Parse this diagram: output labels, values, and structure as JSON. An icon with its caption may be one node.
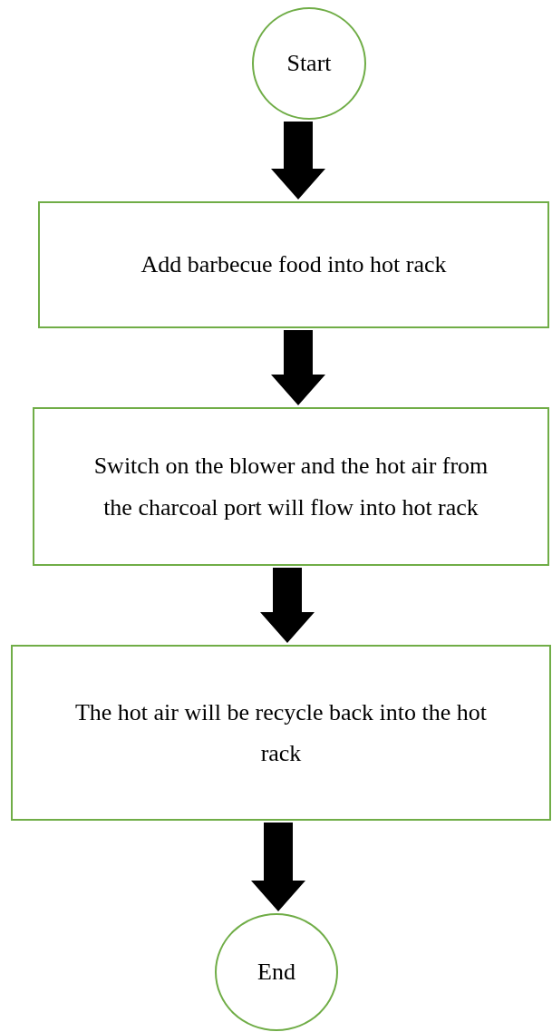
{
  "diagram": {
    "nodes": [
      {
        "text": [
          "Start"
        ]
      },
      {
        "text": [
          "Add barbecue food into hot rack"
        ]
      },
      {
        "text": [
          "Switch on the blower and the hot air from the charcoal port will flow into hot rack"
        ]
      },
      {
        "text": [
          "The hot air will be recycle back into the hot rack"
        ]
      },
      {
        "text": [
          "End"
        ]
      }
    ],
    "edges": [
      {
        "from": 0,
        "to": 1,
        "arrow": "to",
        "style": "thick"
      },
      {
        "from": 1,
        "to": 2,
        "arrow": "to",
        "style": "thick"
      },
      {
        "from": 2,
        "to": 3,
        "arrow": "to",
        "style": "thick"
      },
      {
        "from": 3,
        "to": 4,
        "arrow": "to",
        "style": "thick"
      }
    ]
  }
}
